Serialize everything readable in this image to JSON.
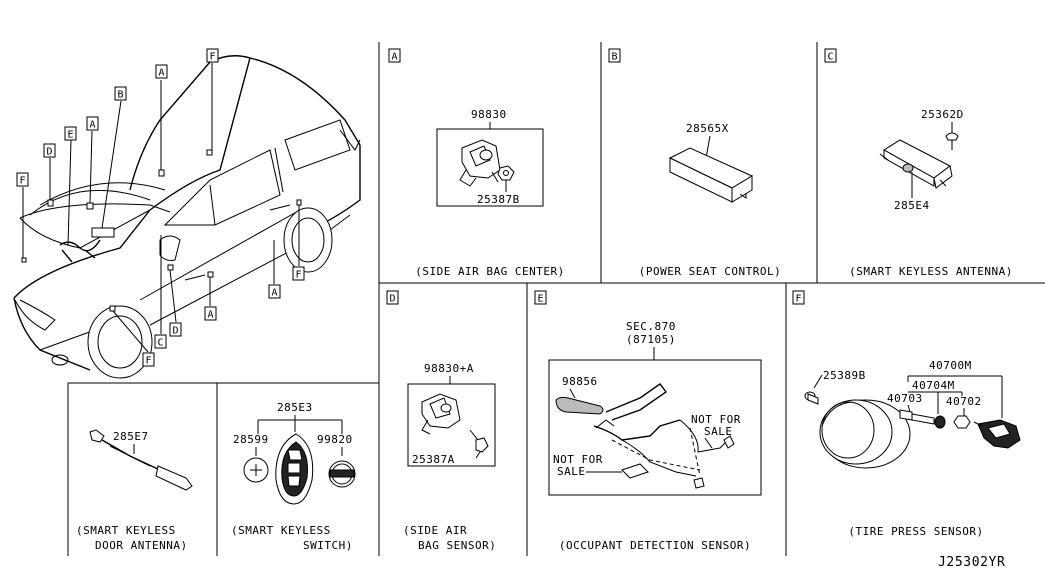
{
  "vehicle": {
    "callouts": [
      "A",
      "A",
      "A",
      "A",
      "B",
      "C",
      "D",
      "D",
      "E",
      "F",
      "F",
      "F",
      "F"
    ]
  },
  "panels": {
    "a": {
      "letter": "A",
      "part_main": "98830",
      "part_sub": "25387B",
      "caption": "(SIDE AIR BAG CENTER)"
    },
    "b": {
      "letter": "B",
      "part_main": "28565X",
      "caption": "(POWER SEAT CONTROL)"
    },
    "c": {
      "letter": "C",
      "part_main": "25362D",
      "part_sub": "285E4",
      "caption": "(SMART KEYLESS ANTENNA)"
    },
    "d": {
      "letter": "D",
      "part_main": "98830+A",
      "part_sub": "25387A",
      "caption_line1": "(SIDE AIR",
      "caption_line2": "BAG SENSOR)"
    },
    "e": {
      "letter": "E",
      "sec": "SEC.870",
      "sec_part": "(87105)",
      "part_main": "98856",
      "note_1a": "NOT FOR",
      "note_1b": "SALE",
      "note_2a": "NOT FOR",
      "note_2b": "SALE",
      "caption": "(OCCUPANT DETECTION SENSOR)"
    },
    "f": {
      "letter": "F",
      "part_1": "25389B",
      "part_2": "40700M",
      "part_3": "40704M",
      "part_4": "40703",
      "part_5": "40702",
      "caption": "(TIRE PRESS SENSOR)"
    },
    "door_antenna": {
      "part_main": "285E7",
      "caption_line1": "(SMART KEYLESS",
      "caption_line2": "DOOR ANTENNA)"
    },
    "switch": {
      "part_main": "285E3",
      "part_left": "28599",
      "part_right": "99820",
      "caption_line1": "(SMART KEYLESS",
      "caption_line2": "SWITCH)"
    }
  },
  "drawing_code": "J25302YR"
}
